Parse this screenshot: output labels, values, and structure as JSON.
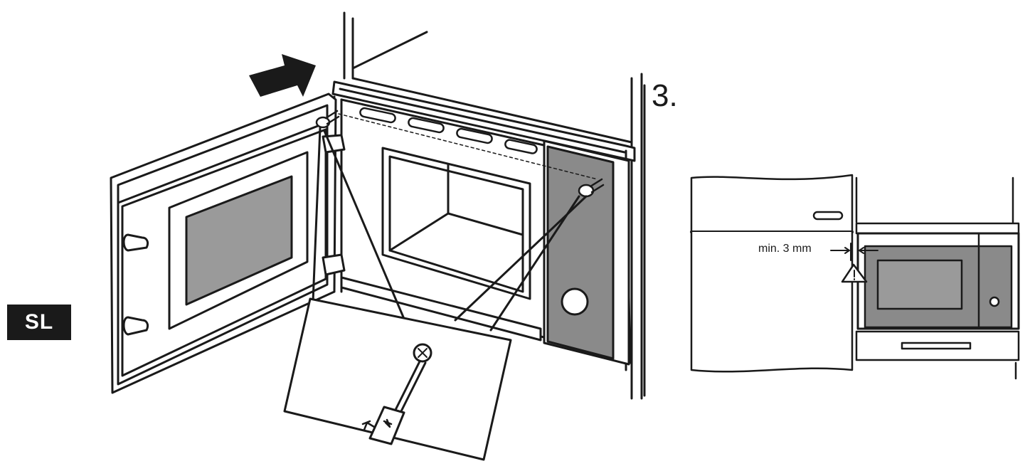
{
  "language_badge": "SL",
  "step_number": "3.",
  "gap_label": "min. 3 mm",
  "icons": {
    "push_arrow": "arrow-right-icon",
    "screw": "screw-icon",
    "screwdriver": "screwdriver-icon",
    "warning": "warning-triangle-icon",
    "rotation": "rotate-arrows-icon"
  },
  "colors": {
    "line": "#1a1a1a",
    "panel_grey": "#8a8a8a",
    "window_grey": "#9a9a9a",
    "badge_bg": "#1a1a1a"
  }
}
